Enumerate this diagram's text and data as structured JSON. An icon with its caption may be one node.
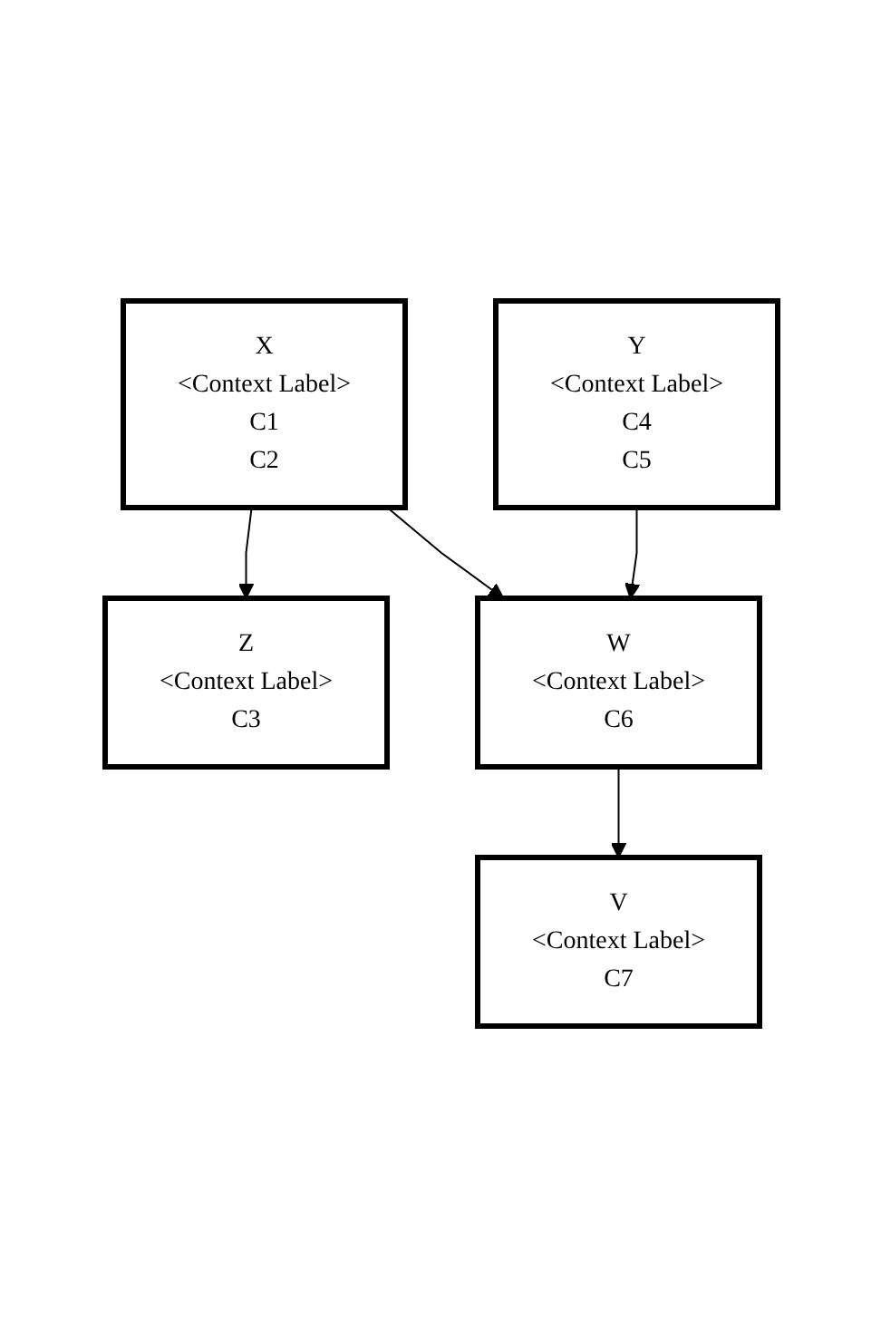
{
  "diagram": {
    "nodes": [
      {
        "text": [
          "X",
          "<Context Label>",
          "C1",
          "C2"
        ]
      },
      {
        "text": [
          "Y",
          "<Context Label>",
          "C4",
          "C5"
        ]
      },
      {
        "text": [
          "Z",
          "<Context Label>",
          "C3"
        ]
      },
      {
        "text": [
          "W",
          "<Context Label>",
          "C6"
        ]
      },
      {
        "text": [
          "V",
          "<Context Label>",
          "C7"
        ]
      }
    ],
    "edges": [
      {
        "from": 0,
        "to": 2,
        "arrow": "to"
      },
      {
        "from": 0,
        "to": 3,
        "arrow": "to"
      },
      {
        "from": 1,
        "to": 3,
        "arrow": "to"
      },
      {
        "from": 3,
        "to": 4,
        "arrow": "to"
      }
    ]
  }
}
